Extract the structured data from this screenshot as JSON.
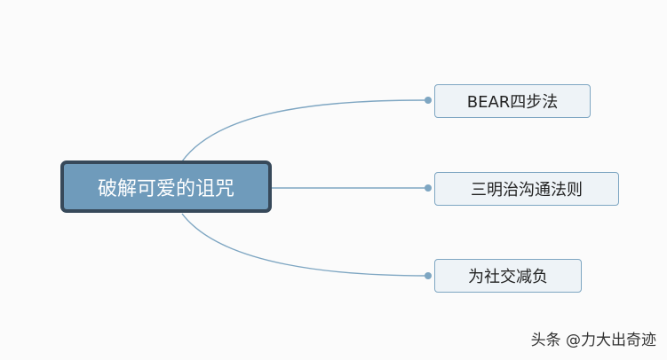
{
  "root": {
    "label": "破解可爱的诅咒"
  },
  "children": [
    {
      "label": "BEAR四步法"
    },
    {
      "label": "三明治沟通法则"
    },
    {
      "label": "为社交减负"
    }
  ],
  "watermark": {
    "text": "头条 @力大出奇迹"
  },
  "colors": {
    "root_fill": "#6f9bbb",
    "root_border": "#37495a",
    "child_fill": "#eef3f7",
    "child_border": "#7ea6c2",
    "connector": "#7ea6c2"
  }
}
